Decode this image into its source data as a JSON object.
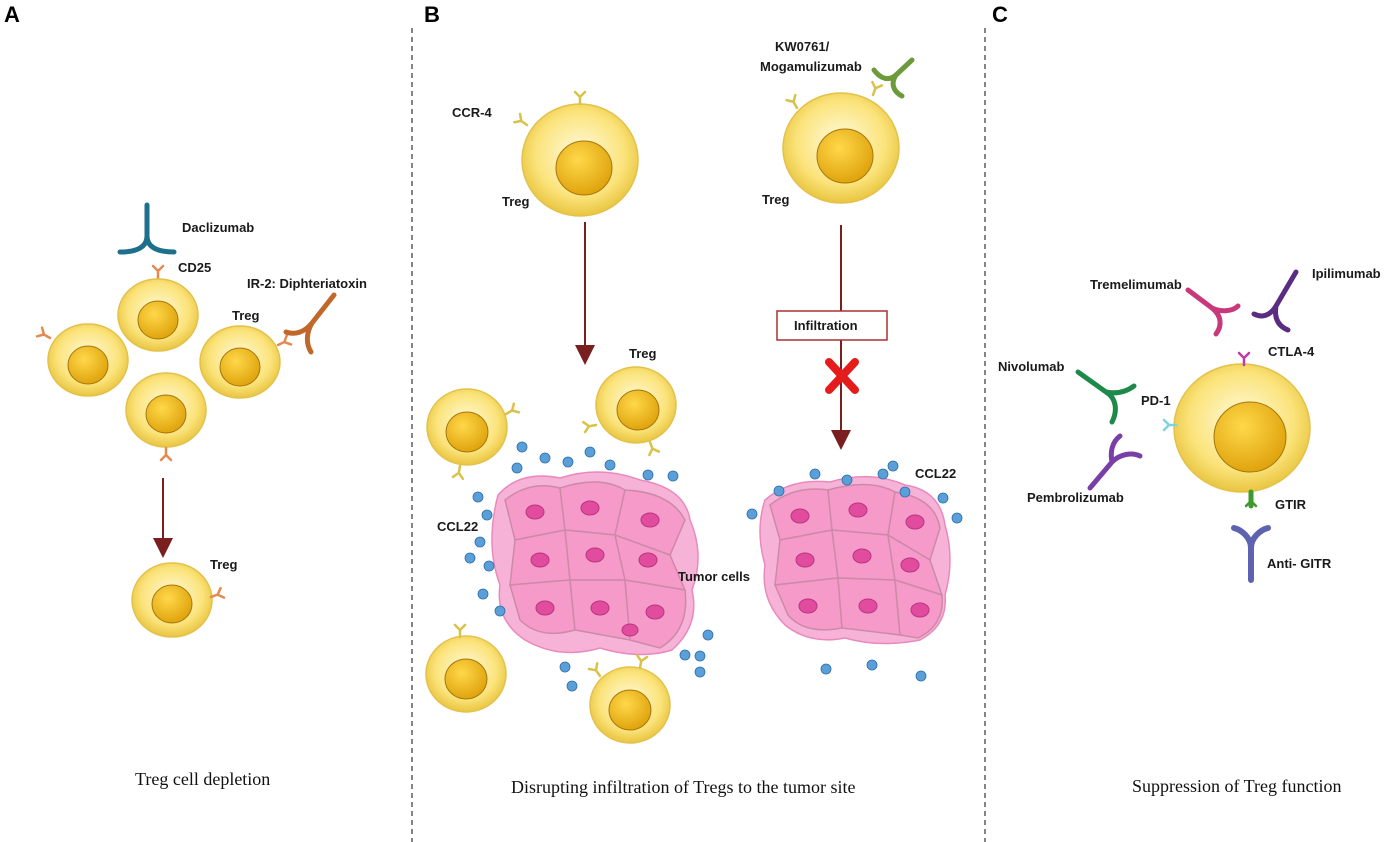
{
  "panels": {
    "a": {
      "letter": "A",
      "caption": "Treg cell depletion",
      "labels": {
        "daclizumab": "Daclizumab",
        "cd25": "CD25",
        "il2_toxin": "IR-2: Diphteriatoxin",
        "treg_top": "Treg",
        "treg_bottom": "Treg"
      }
    },
    "b": {
      "letter": "B",
      "caption": "Disrupting infiltration of Tregs to the tumor site",
      "labels": {
        "ccr4": "CCR-4",
        "treg_left": "Treg",
        "treg_right": "Treg",
        "treg_cluster": "Treg",
        "kw0761_line1": "KW0761/",
        "kw0761_line2": "Mogamulizumab",
        "infiltration": "Infiltration",
        "ccl22_left": "CCL22",
        "ccl22_right": "CCL22",
        "tumor_cells": "Tumor cells"
      }
    },
    "c": {
      "letter": "C",
      "caption": "Suppression of Treg function",
      "labels": {
        "tremelimumab": "Tremelimumab",
        "ipilimumab": "Ipilimumab",
        "ctla4": "CTLA-4",
        "nivolumab": "Nivolumab",
        "pd1": "PD-1",
        "pembrolizumab": "Pembrolizumab",
        "gtir": "GTIR",
        "anti_gitr": "Anti- GITR"
      }
    }
  },
  "colors": {
    "cell_fill": "#fbe37a",
    "nucleus": "#f0b81a",
    "tumor": "#f59ac9",
    "ccl22_dot": "#5a9fd8",
    "arrow": "#7a1f1f",
    "block_x": "#e41c1c",
    "daclizumab": "#1e6f8c",
    "cd25_receptor": "#e58a4e",
    "il2_toxin": "#c0682a",
    "mogamulizumab": "#6d9b3a",
    "tremelimumab": "#c8387a",
    "ipilimumab": "#5a2d82",
    "nivolumab": "#1d8a4a",
    "pembrolizumab": "#7a3fa6",
    "anti_gitr": "#5d63b0",
    "pd1": "#7fd3de",
    "gtir": "#3e9a2c"
  }
}
